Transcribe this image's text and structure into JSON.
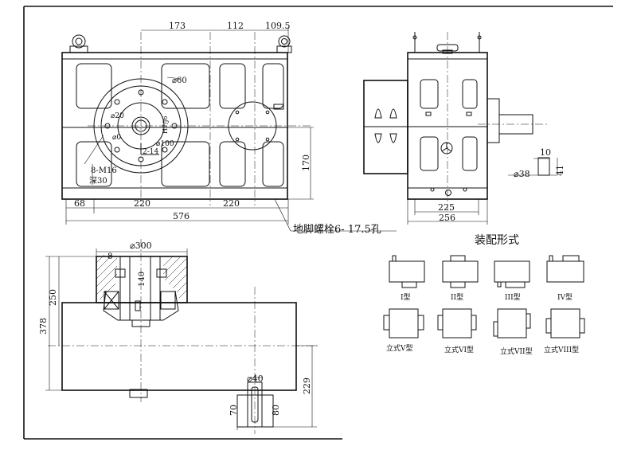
{
  "top_view": {
    "dims": {
      "d173": "173",
      "d112": "112",
      "d109_5": "109.5",
      "d68": "68",
      "d220a": "220",
      "d220b": "220",
      "d576": "576",
      "d170": "170"
    },
    "labels": {
      "phi60": "⌀60",
      "phi20": "⌀20",
      "phi0": "⌀0",
      "phi_100": "⌀100",
      "phi_h": "H7/j6",
      "bolt_a": "2-14",
      "bolt_b": "8-M16",
      "deep": "深30"
    },
    "foot_bolt_note": "地脚螺栓6-  17.5孔"
  },
  "side_view": {
    "dims": {
      "d225": "225",
      "d256": "256",
      "d10": "10",
      "d41": "41",
      "phi38": "⌀38"
    }
  },
  "front_view": {
    "dims": {
      "phi300": "⌀300",
      "d8": "8",
      "d140": "140",
      "d250": "250",
      "d378": "378",
      "d229": "229",
      "phi40": "⌀40",
      "d70": "70",
      "d80": "80"
    }
  },
  "assembly": {
    "title": "装配形式",
    "types": [
      "I型",
      "II型",
      "III型",
      "IV型",
      "立式V型",
      "立式VI型",
      "立式VII型",
      "立式VIII型"
    ]
  }
}
